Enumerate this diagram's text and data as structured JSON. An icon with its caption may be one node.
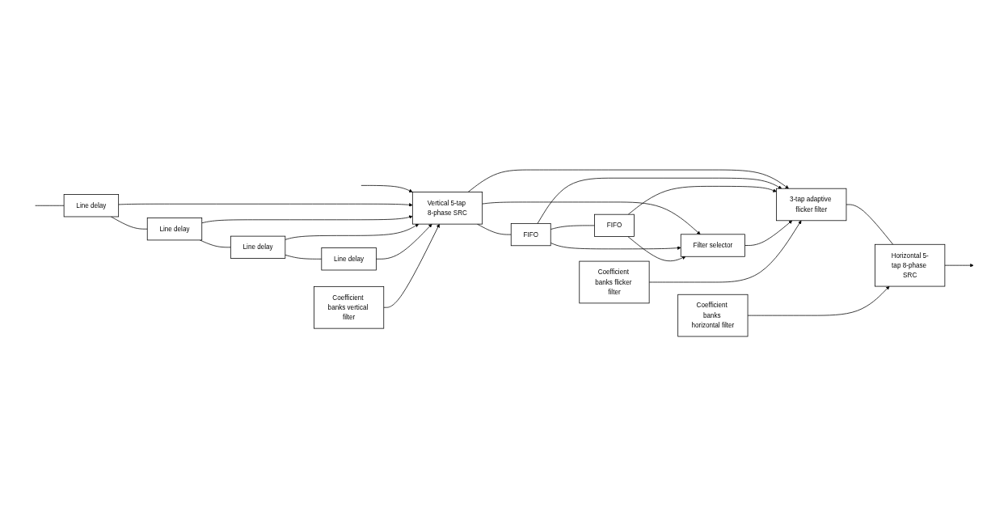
{
  "diagram": {
    "nodes": [
      {
        "text": [
          "Line delay"
        ]
      },
      {
        "text": [
          "Line delay"
        ]
      },
      {
        "text": [
          "Line delay"
        ]
      },
      {
        "text": [
          "Line delay"
        ]
      },
      {
        "text": [
          "Vertical 5-tap 8-phase SRC"
        ]
      },
      {
        "text": [
          "Coefficient banks vertical filter"
        ]
      },
      {
        "text": [
          "Filter selector"
        ]
      },
      {
        "text": [
          "FIFO"
        ]
      },
      {
        "text": [
          "FIFO"
        ]
      },
      {
        "text": [
          "3-tap adaptive flicker filter"
        ]
      },
      {
        "text": [
          "Coefficient banks flicker filter"
        ]
      },
      {
        "text": [
          "Horizontal 5-tap 8-phase SRC"
        ]
      },
      {
        "text": [
          "Coefficient banks horizontal filter"
        ]
      }
    ],
    "edges": [
      {
        "from": null,
        "to": 4,
        "arrow": "to"
      },
      {
        "from": null,
        "to": 0,
        "arrow": "none"
      },
      {
        "from": 0,
        "to": 4,
        "arrow": "to"
      },
      {
        "from": 0,
        "to": 1,
        "arrow": "none"
      },
      {
        "from": 1,
        "to": 4,
        "arrow": "to"
      },
      {
        "from": 1,
        "to": 2,
        "arrow": "none"
      },
      {
        "from": 2,
        "to": 4,
        "arrow": "to"
      },
      {
        "from": 2,
        "to": 3,
        "arrow": "none"
      },
      {
        "from": 3,
        "to": 4,
        "arrow": "to"
      },
      {
        "from": 5,
        "to": 4,
        "arrow": "to"
      },
      {
        "from": 4,
        "to": 6,
        "arrow": "to"
      },
      {
        "from": 4,
        "to": 9,
        "arrow": "to"
      },
      {
        "from": 4,
        "to": 7,
        "arrow": "none"
      },
      {
        "from": 7,
        "to": 6,
        "arrow": "to"
      },
      {
        "from": 7,
        "to": 9,
        "arrow": "to"
      },
      {
        "from": 7,
        "to": 8,
        "arrow": "none"
      },
      {
        "from": 8,
        "to": 6,
        "arrow": "to"
      },
      {
        "from": 8,
        "to": 9,
        "arrow": "to"
      },
      {
        "from": 6,
        "to": 9,
        "arrow": "to"
      },
      {
        "from": 10,
        "to": 9,
        "arrow": "to"
      },
      {
        "from": 9,
        "to": 11,
        "arrow": "none"
      },
      {
        "from": 11,
        "to": null,
        "arrow": "to"
      },
      {
        "from": 12,
        "to": 11,
        "arrow": "to"
      }
    ]
  }
}
